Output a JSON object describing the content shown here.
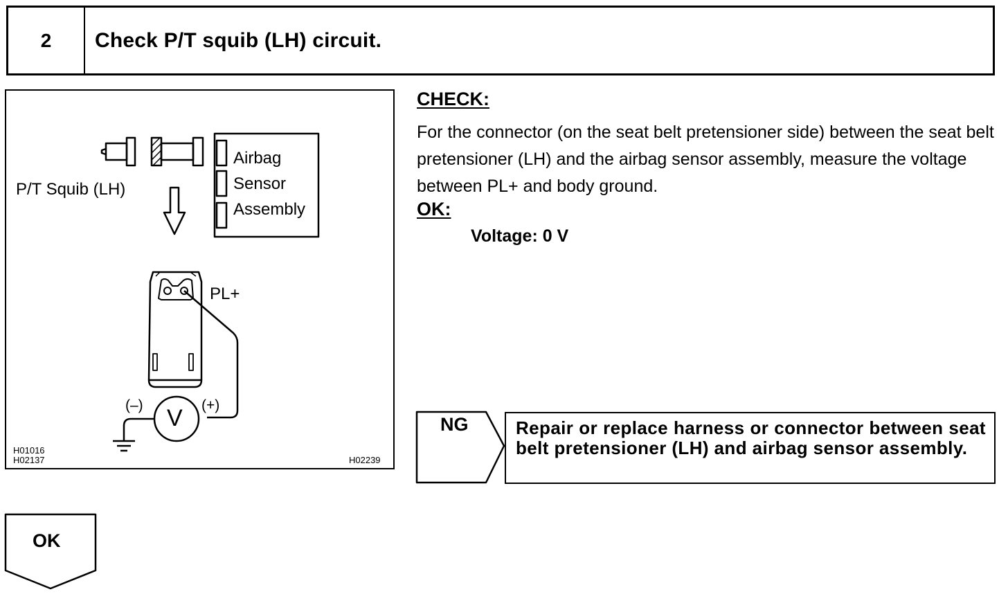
{
  "step": {
    "number": "2",
    "title": "Check P/T squib (LH) circuit."
  },
  "figure": {
    "label_squib": "P/T Squib (LH)",
    "sensor_label_lines": [
      "Airbag",
      "Sensor",
      "Assembly"
    ],
    "terminal_label": "PL+",
    "meter_neg": "(–)",
    "meter_pos": "(+)",
    "meter_symbol": "V",
    "code_left_1": "H01016",
    "code_left_2": "H02137",
    "code_right": "H02239"
  },
  "check": {
    "heading": "CHECK:",
    "body": "For the connector (on the seat belt pretensioner side) between the seat belt pretensioner (LH) and the airbag sensor assembly, measure the voltage between PL+ and body ground."
  },
  "ok_section": {
    "heading": "OK:",
    "spec": "Voltage: 0 V"
  },
  "ng": {
    "label": "NG",
    "action": "Repair or replace harness or connector between seat belt pretensioner (LH) and airbag sensor assembly."
  },
  "ok_result": {
    "label": "OK"
  }
}
